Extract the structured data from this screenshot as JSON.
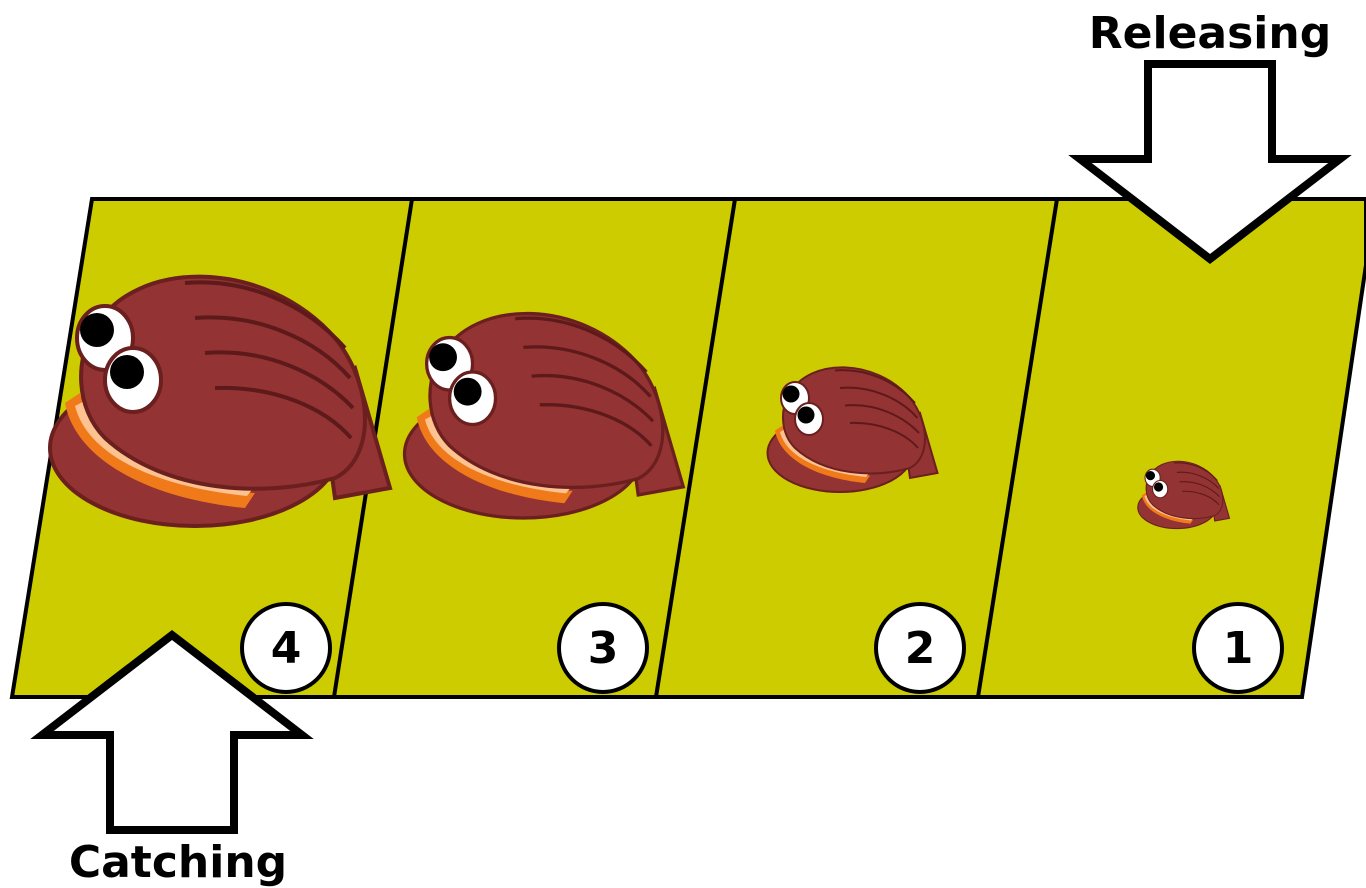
{
  "labels": {
    "releasing": "Releasing",
    "catching": "Catching"
  },
  "plots": [
    {
      "number": "4",
      "stage": "largest-clam"
    },
    {
      "number": "3",
      "stage": "large-clam"
    },
    {
      "number": "2",
      "stage": "medium-clam"
    },
    {
      "number": "1",
      "stage": "small-clam"
    }
  ],
  "colors": {
    "field": "#cccc00",
    "shell": "#933333",
    "shell_outline": "#6b1f1f",
    "shell_ridge": "#5e1a1a",
    "lip_orange": "#f07a1a",
    "lip_peach": "#fcc290",
    "eye_white": "#ffffff",
    "pupil": "#000000",
    "outline": "#000000"
  },
  "icons": {
    "release_arrow": "arrow-down-icon",
    "catch_arrow": "arrow-up-icon",
    "clam": "clam-icon"
  }
}
